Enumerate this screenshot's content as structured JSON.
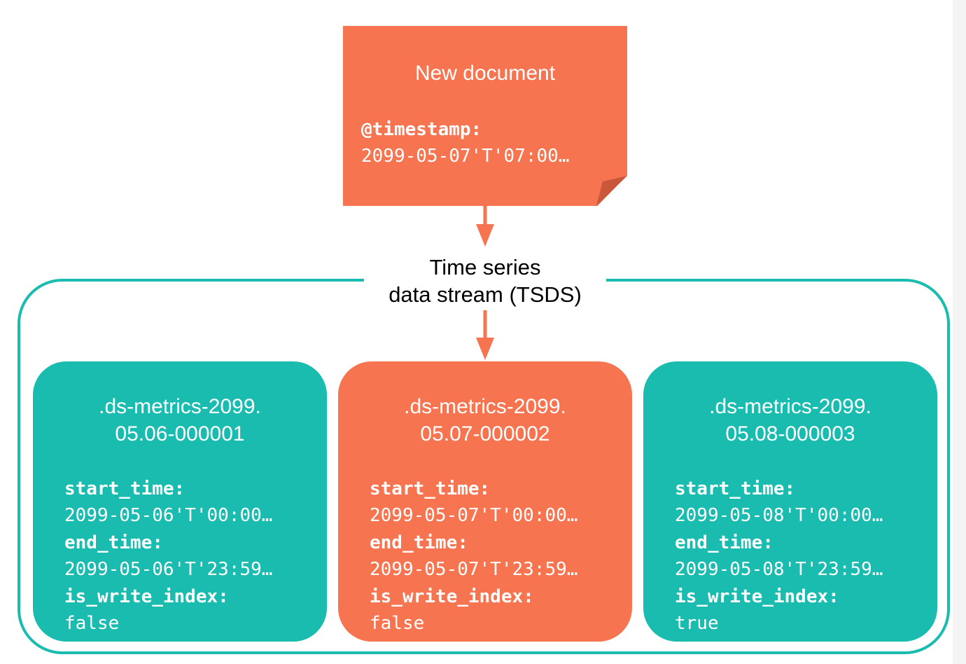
{
  "colors": {
    "teal": "#1abcb0",
    "orange": "#f6744f",
    "fold_shadow": "#c9583a",
    "stream_border": "#1abcb0"
  },
  "new_document": {
    "title": "New document",
    "field_label": "@timestamp:",
    "field_value": "2099-05-07'T'07:00…"
  },
  "stream": {
    "title_line1": "Time series",
    "title_line2": "data stream (TSDS)"
  },
  "labels": {
    "start_time": "start_time:",
    "end_time": "end_time:",
    "is_write_index": "is_write_index:"
  },
  "indices": [
    {
      "name_line1": ".ds-metrics-2099.",
      "name_line2": "05.06-000001",
      "start_time": "2099-05-06'T'00:00…",
      "end_time": "2099-05-06'T'23:59…",
      "is_write_index": "false",
      "color": "#1abcb0"
    },
    {
      "name_line1": ".ds-metrics-2099.",
      "name_line2": "05.07-000002",
      "start_time": "2099-05-07'T'00:00…",
      "end_time": "2099-05-07'T'23:59…",
      "is_write_index": "false",
      "color": "#f6744f"
    },
    {
      "name_line1": ".ds-metrics-2099.",
      "name_line2": "05.08-000003",
      "start_time": "2099-05-08'T'00:00…",
      "end_time": "2099-05-08'T'23:59…",
      "is_write_index": "true",
      "color": "#1abcb0"
    }
  ]
}
